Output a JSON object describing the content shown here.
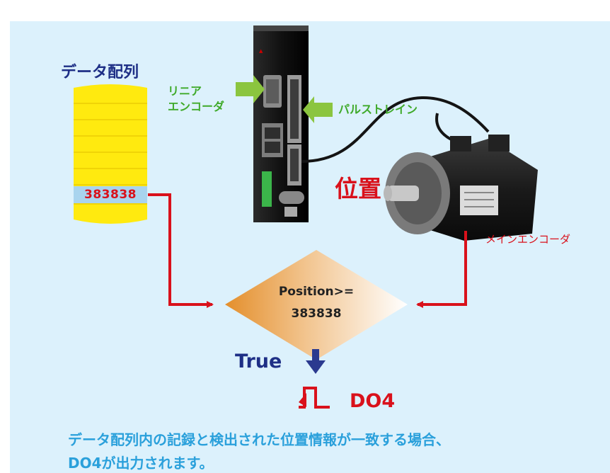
{
  "labels": {
    "data_array": "データ配列",
    "cell_value": "383838",
    "linear_encoder_line1": "リニア",
    "linear_encoder_line2": "エンコーダ",
    "pulse_train": "パルストレイン",
    "position": "位置",
    "main_encoder": "メインエンコーダ",
    "condition_line1": "Position>=",
    "condition_line2": "383838",
    "true_label": "True",
    "output": "DO4",
    "description_line1": "データ配列内の記録と検出された位置情報が一致する場合、",
    "description_line2": "DO4が出力されます。"
  },
  "colors": {
    "panel_background": "#dcf1fc",
    "array_fill": "#ffea0f",
    "highlight_cell": "#a9d4ee",
    "accent_red": "#d9111b",
    "navy": "#1e2f86",
    "green": "#3faa2a",
    "description_blue": "#2aa0db"
  }
}
